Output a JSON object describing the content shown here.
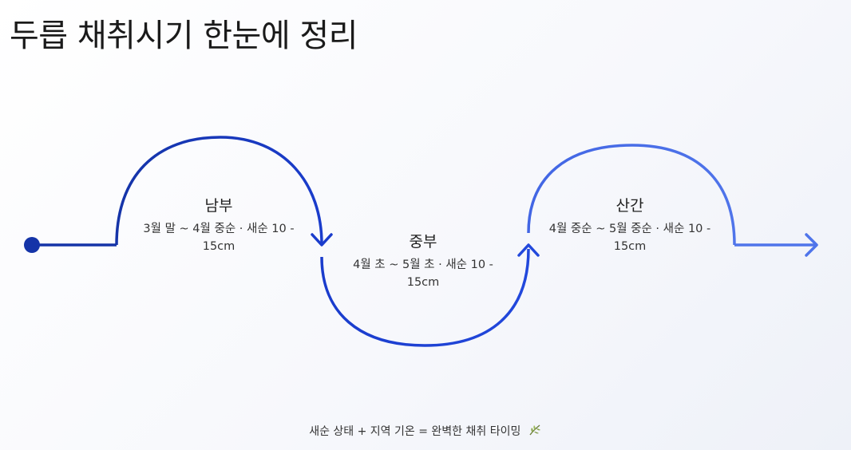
{
  "title": "두릅 채취시기 한눈에 정리",
  "stages": [
    {
      "name": "남부",
      "desc": "3월 말 ~ 4월 중순 · 새순 10 - 15cm"
    },
    {
      "name": "중부",
      "desc": "4월 초 ~ 5월 초 · 새순 10 - 15cm"
    },
    {
      "name": "산간",
      "desc": "4월 중순 ~ 5월 중순 · 새순 10 - 15cm"
    }
  ],
  "footer": {
    "text": "새순 상태 + 지역 기온 = 완벽한 채취 타이밍",
    "icon": "leaf-icon"
  },
  "colors": {
    "dark_blue": "#1534a8",
    "mid_blue": "#1f45d6",
    "light_blue": "#4a6fe6"
  }
}
